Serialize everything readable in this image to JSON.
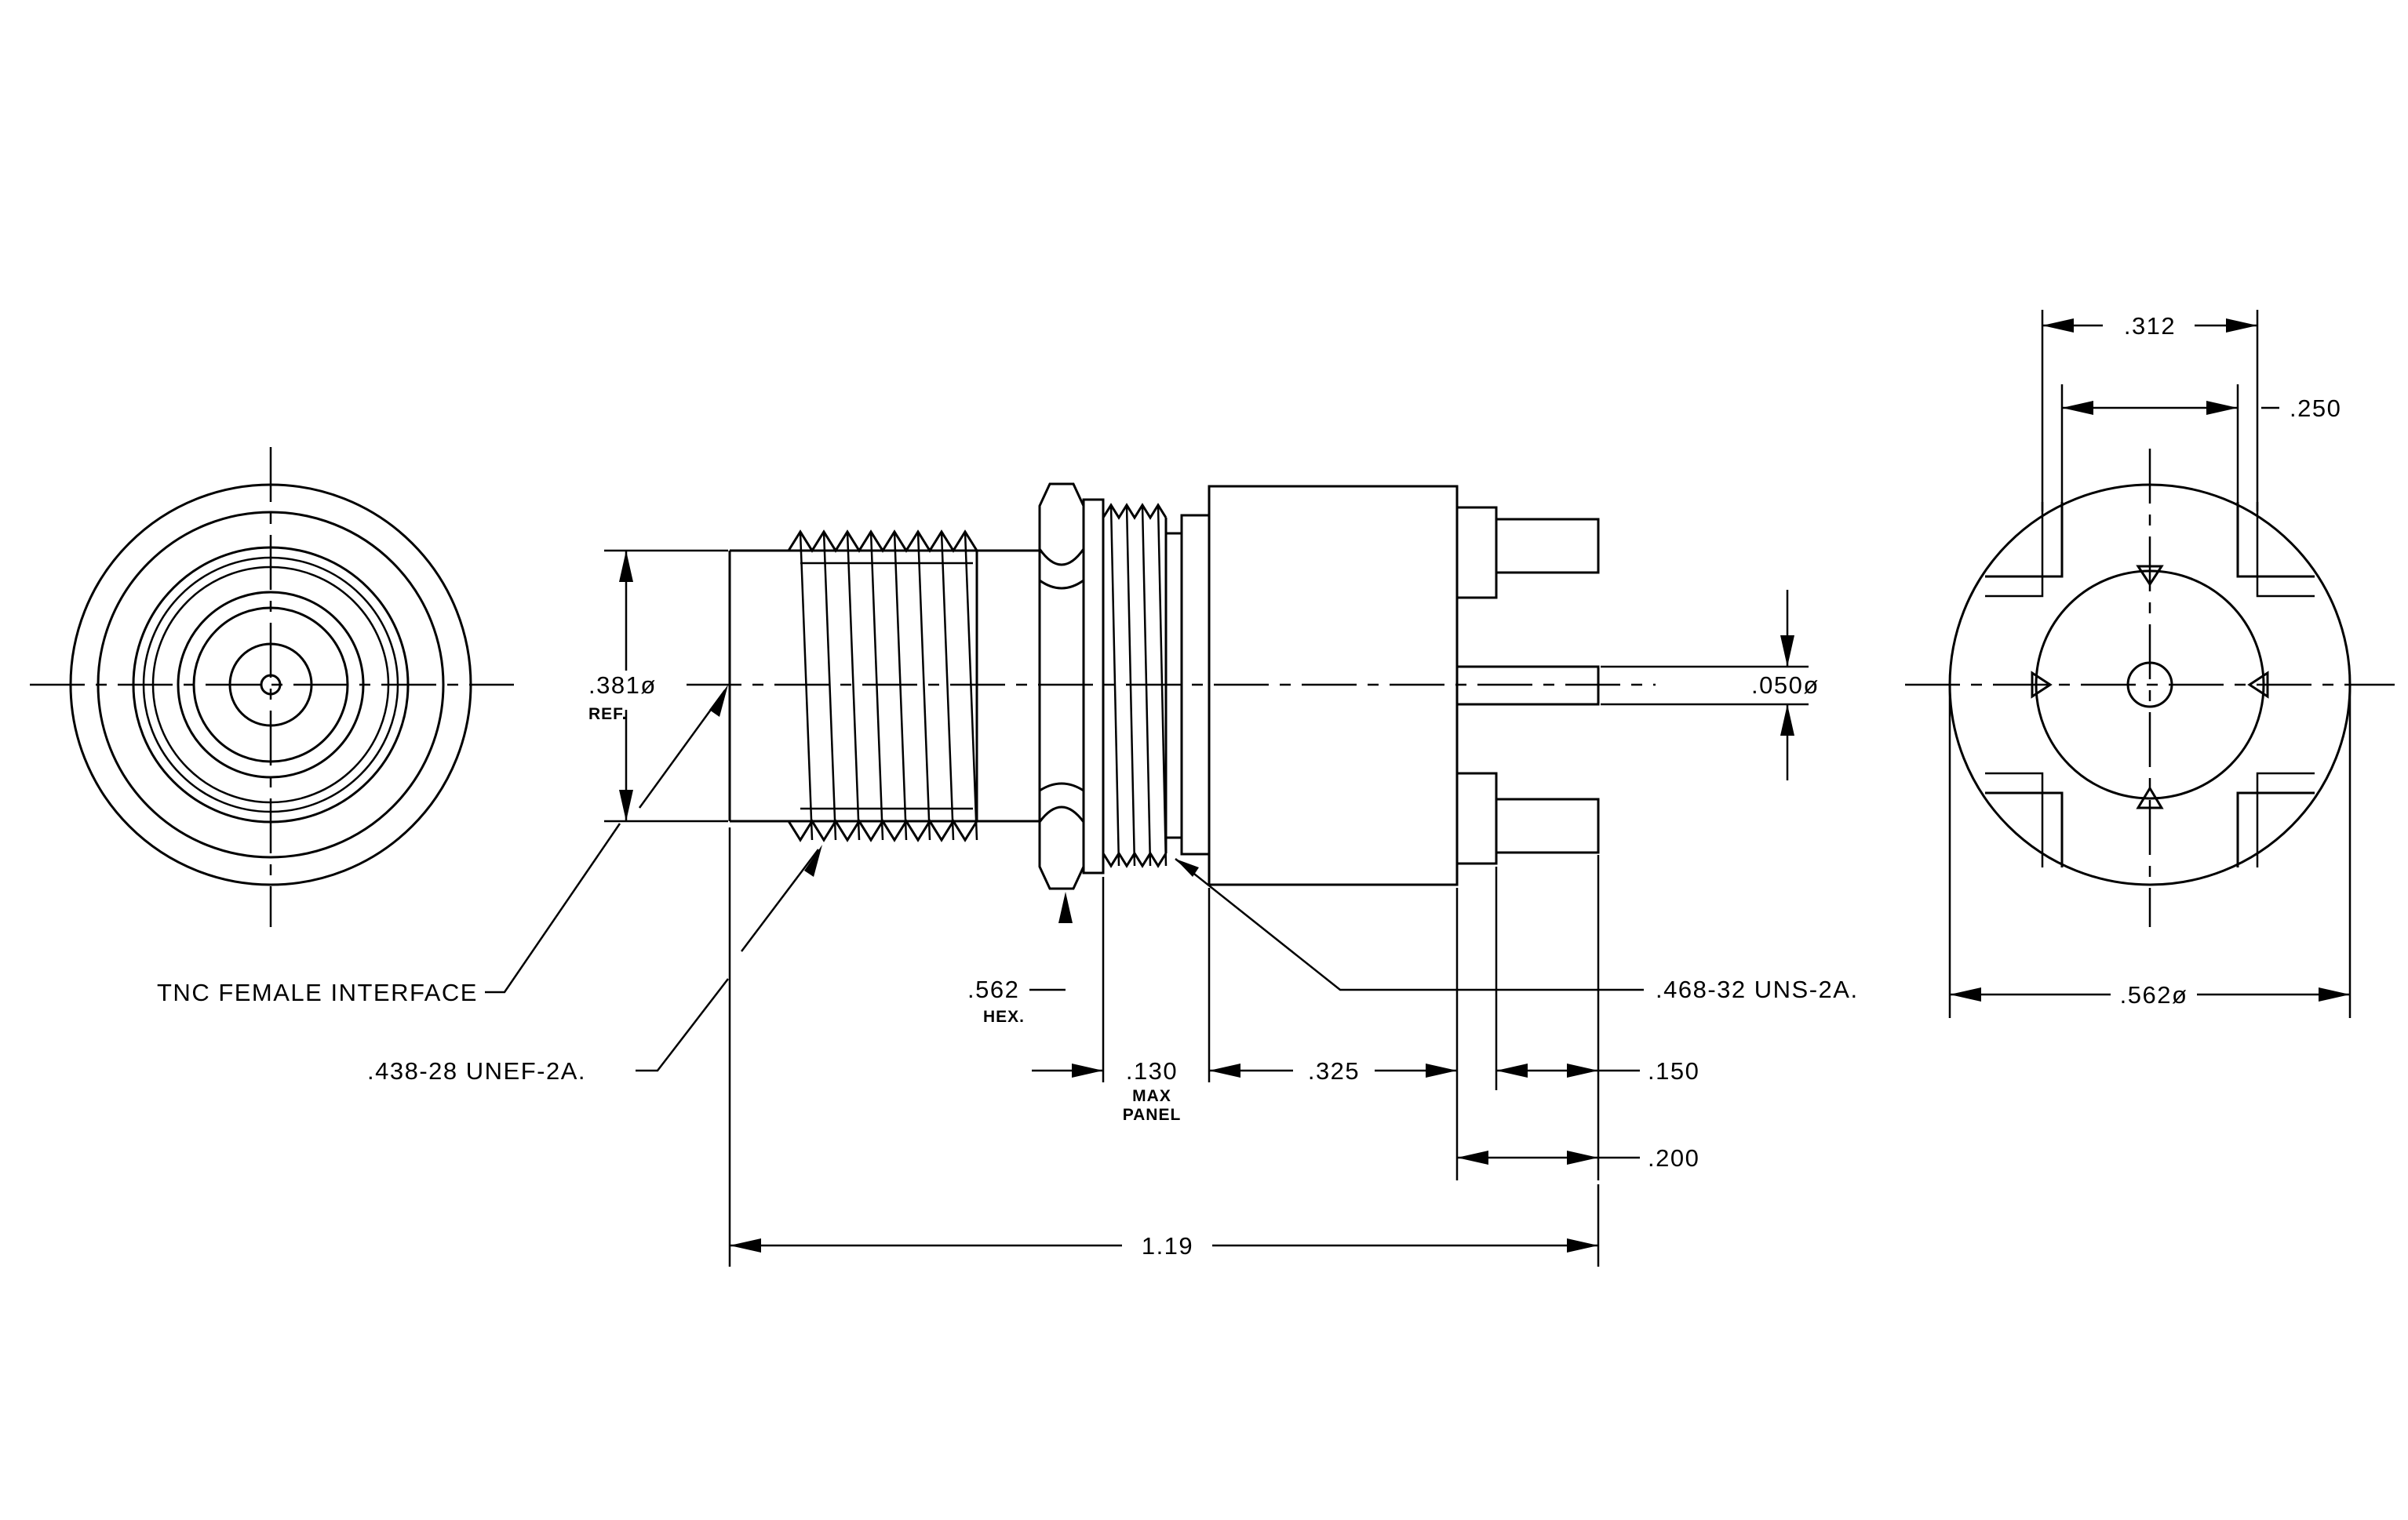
{
  "drawing": {
    "labels": {
      "tnc_interface": "TNC FEMALE INTERFACE",
      "thread_438": ".438-28 UNEF-2A.",
      "thread_468": ".468-32 UNS-2A.",
      "dia_381": ".381ø",
      "dia_381_sub": "REF.",
      "hex_562": ".562",
      "hex_562_sub": "HEX.",
      "dim_130": ".130",
      "dim_130_sub1": "MAX",
      "dim_130_sub2": "PANEL",
      "dim_325": ".325",
      "dim_150": ".150",
      "dim_200": ".200",
      "dim_119": "1.19",
      "dia_050": ".050ø",
      "dim_312": ".312",
      "dim_250": ".250",
      "dia_562": ".562ø"
    }
  }
}
